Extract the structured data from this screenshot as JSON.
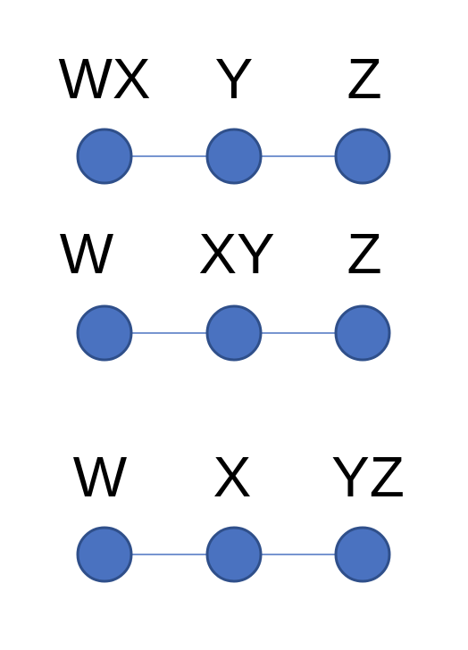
{
  "colors": {
    "node_fill": "#4a72c0",
    "node_stroke": "#2f4f8a",
    "edge": "#4a72c0",
    "label": "#000000"
  },
  "rows": [
    {
      "labels": [
        "WX",
        "Y",
        "Z"
      ]
    },
    {
      "labels": [
        "W",
        "XY",
        "Z"
      ]
    },
    {
      "labels": [
        "W",
        "X",
        "YZ"
      ]
    }
  ]
}
